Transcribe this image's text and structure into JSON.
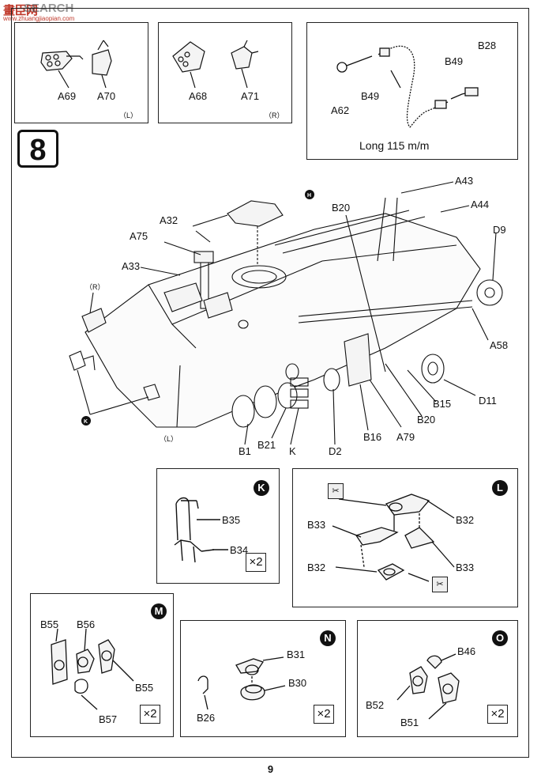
{
  "watermark": {
    "logo": "畫臣网",
    "text": "SEARCH",
    "url": "www.zhuangjiaopian.com"
  },
  "step_number": "8",
  "panel_top_left": {
    "labels": [
      "A69",
      "A70"
    ],
    "side": "（L）"
  },
  "panel_top_mid": {
    "labels": [
      "A68",
      "A71"
    ],
    "side": "（R）"
  },
  "panel_top_right": {
    "labels": [
      "A62",
      "B49",
      "B49",
      "B28"
    ],
    "note": "Long 115 m/m"
  },
  "main_labels": {
    "H": "H",
    "A32": "A32",
    "A75": "A75",
    "A33": "A33",
    "R": "（R）",
    "L": "（L）",
    "K": "K",
    "B20_top": "B20",
    "A43": "A43",
    "A44": "A44",
    "D9": "D9",
    "A58": "A58",
    "B15": "B15",
    "D11": "D11",
    "B20_bottom": "B20",
    "A79": "A79",
    "B16": "B16",
    "D2": "D2",
    "K_bottom": "K",
    "B21": "B21",
    "B1": "B1"
  },
  "panel_K": {
    "marker": "K",
    "labels": [
      "B35",
      "B34"
    ],
    "qty": "×2"
  },
  "panel_L": {
    "marker": "L",
    "labels": [
      "B33",
      "B32",
      "B32",
      "B33"
    ]
  },
  "panel_M": {
    "marker": "M",
    "labels": [
      "B55",
      "B56",
      "B55",
      "B57"
    ],
    "qty": "×2"
  },
  "panel_N": {
    "marker": "N",
    "labels": [
      "B31",
      "B30",
      "B26"
    ],
    "qty": "×2"
  },
  "panel_O": {
    "marker": "O",
    "labels": [
      "B46",
      "B52",
      "B51"
    ],
    "qty": "×2"
  },
  "page_number": "9"
}
